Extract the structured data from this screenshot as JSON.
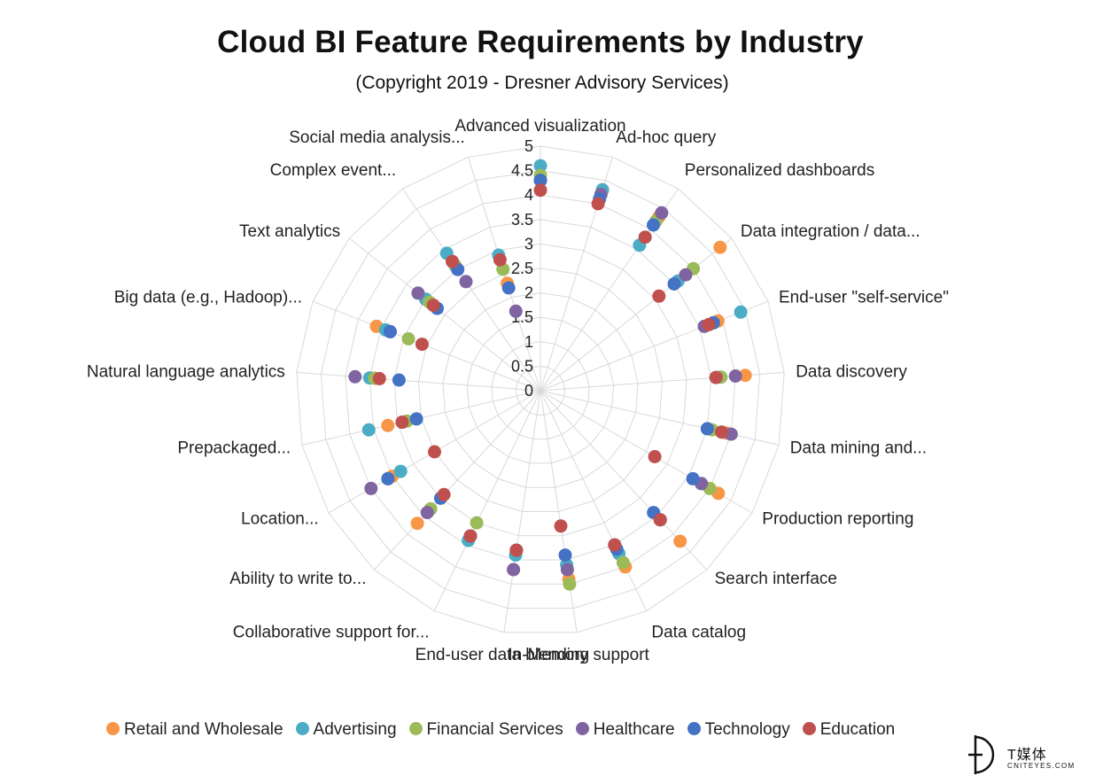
{
  "chart_data": {
    "type": "radar",
    "title": "Cloud BI Feature Requirements by Industry",
    "subtitle": "(Copyright 2019 - Dresner Advisory Services)",
    "r_range": [
      0,
      5
    ],
    "r_ticks": [
      "0",
      "0.5",
      "1",
      "1.5",
      "2",
      "2.5",
      "3",
      "3.5",
      "4",
      "4.5",
      "5"
    ],
    "grid": true,
    "legend_position": "bottom",
    "categories": [
      "Advanced visualization",
      "Ad-hoc query",
      "Personalized dashboards",
      "Data integration / data...",
      "End-user \"self-service\"",
      "Data discovery",
      "Data mining and...",
      "Production reporting",
      "Search interface",
      "Data catalog",
      "In-Memory support",
      "End-user data blending",
      "Collaborative support for...",
      "Ability to write to...",
      "Location...",
      "Prepackaged...",
      "Natural language analytics",
      "Big data (e.g., Hadoop)...",
      "Text analytics",
      "Complex event...",
      "Social media analysis..."
    ],
    "series": [
      {
        "name": "Retail and Wholesale",
        "color": "#f79646",
        "values": [
          4.3,
          4.3,
          4.3,
          4.7,
          3.9,
          4.2,
          3.9,
          4.2,
          4.2,
          4.0,
          3.9,
          3.7,
          3.3,
          3.7,
          3.5,
          3.2,
          3.4,
          3.6,
          3.0,
          3.1,
          2.3
        ]
      },
      {
        "name": "Advertising",
        "color": "#4bacc6",
        "values": [
          4.6,
          4.3,
          3.6,
          3.6,
          4.4,
          3.7,
          3.5,
          3.8,
          3.6,
          3.7,
          3.6,
          3.4,
          3.4,
          3.3,
          3.3,
          3.6,
          3.5,
          3.4,
          3.0,
          3.4,
          2.9
        ]
      },
      {
        "name": "Financial Services",
        "color": "#9bbb59",
        "values": [
          4.4,
          4.2,
          4.2,
          4.0,
          3.8,
          3.7,
          3.6,
          4.0,
          3.6,
          3.9,
          4.0,
          3.3,
          3.0,
          3.3,
          3.6,
          2.8,
          3.4,
          2.9,
          2.9,
          3.1,
          2.6
        ]
      },
      {
        "name": "Healthcare",
        "color": "#8064a2",
        "values": [
          4.3,
          4.2,
          4.4,
          3.8,
          3.6,
          4.0,
          4.0,
          3.8,
          3.6,
          3.5,
          3.7,
          3.7,
          3.3,
          3.4,
          4.0,
          2.9,
          3.8,
          3.3,
          3.2,
          2.7,
          1.7
        ]
      },
      {
        "name": "Technology",
        "color": "#4472c4",
        "values": [
          4.3,
          4.1,
          4.1,
          3.5,
          3.8,
          3.6,
          3.5,
          3.6,
          3.4,
          3.6,
          3.4,
          3.3,
          3.3,
          3.0,
          3.6,
          2.6,
          2.9,
          3.3,
          2.7,
          3.0,
          2.2
        ]
      },
      {
        "name": "Education",
        "color": "#c0504d",
        "values": [
          4.1,
          4.0,
          3.8,
          3.1,
          3.7,
          3.6,
          3.8,
          2.7,
          3.6,
          3.5,
          2.8,
          3.3,
          3.3,
          2.9,
          2.5,
          2.9,
          3.3,
          2.6,
          2.8,
          3.2,
          2.8
        ]
      }
    ]
  },
  "watermark": {
    "brand": "T媒体",
    "url": "CNITEYES.COM"
  }
}
